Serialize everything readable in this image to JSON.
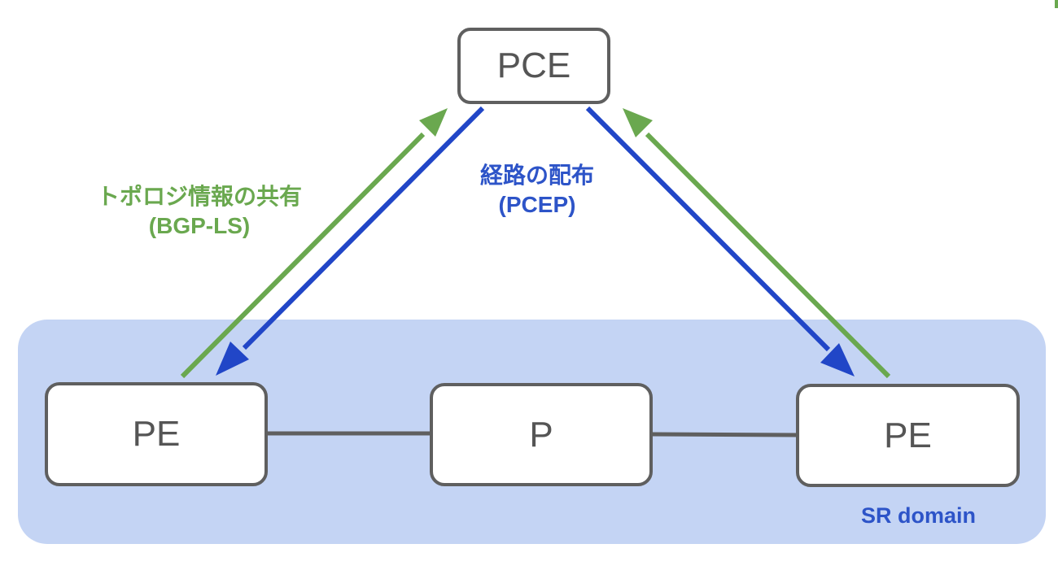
{
  "diagram": {
    "nodes": {
      "pce": "PCE",
      "pe_left": "PE",
      "p": "P",
      "pe_right": "PE"
    },
    "labels": {
      "bgp_line1": "トポロジ情報の共有",
      "bgp_line2": "(BGP-LS)",
      "pcep_line1": "経路の配布",
      "pcep_line2": "(PCEP)",
      "domain": "SR domain"
    },
    "edges": [
      {
        "from": "pe_left",
        "to": "pce",
        "kind": "BGP-LS",
        "color": "#6aa84f"
      },
      {
        "from": "pce",
        "to": "pe_left",
        "kind": "PCEP",
        "color": "#2146c7"
      },
      {
        "from": "pce",
        "to": "pe_right",
        "kind": "PCEP",
        "color": "#2146c7"
      },
      {
        "from": "pe_right",
        "to": "pce",
        "kind": "BGP-LS",
        "color": "#6aa84f"
      },
      {
        "from": "pe_left",
        "to": "p",
        "kind": "link",
        "color": "#5f5f5f"
      },
      {
        "from": "p",
        "to": "pe_right",
        "kind": "link",
        "color": "#5f5f5f"
      }
    ],
    "colors": {
      "bgp": "#6aa84f",
      "pcep": "#2146c7",
      "domain_fill": "#c4d4f4",
      "node_border": "#5f5f5f"
    }
  }
}
